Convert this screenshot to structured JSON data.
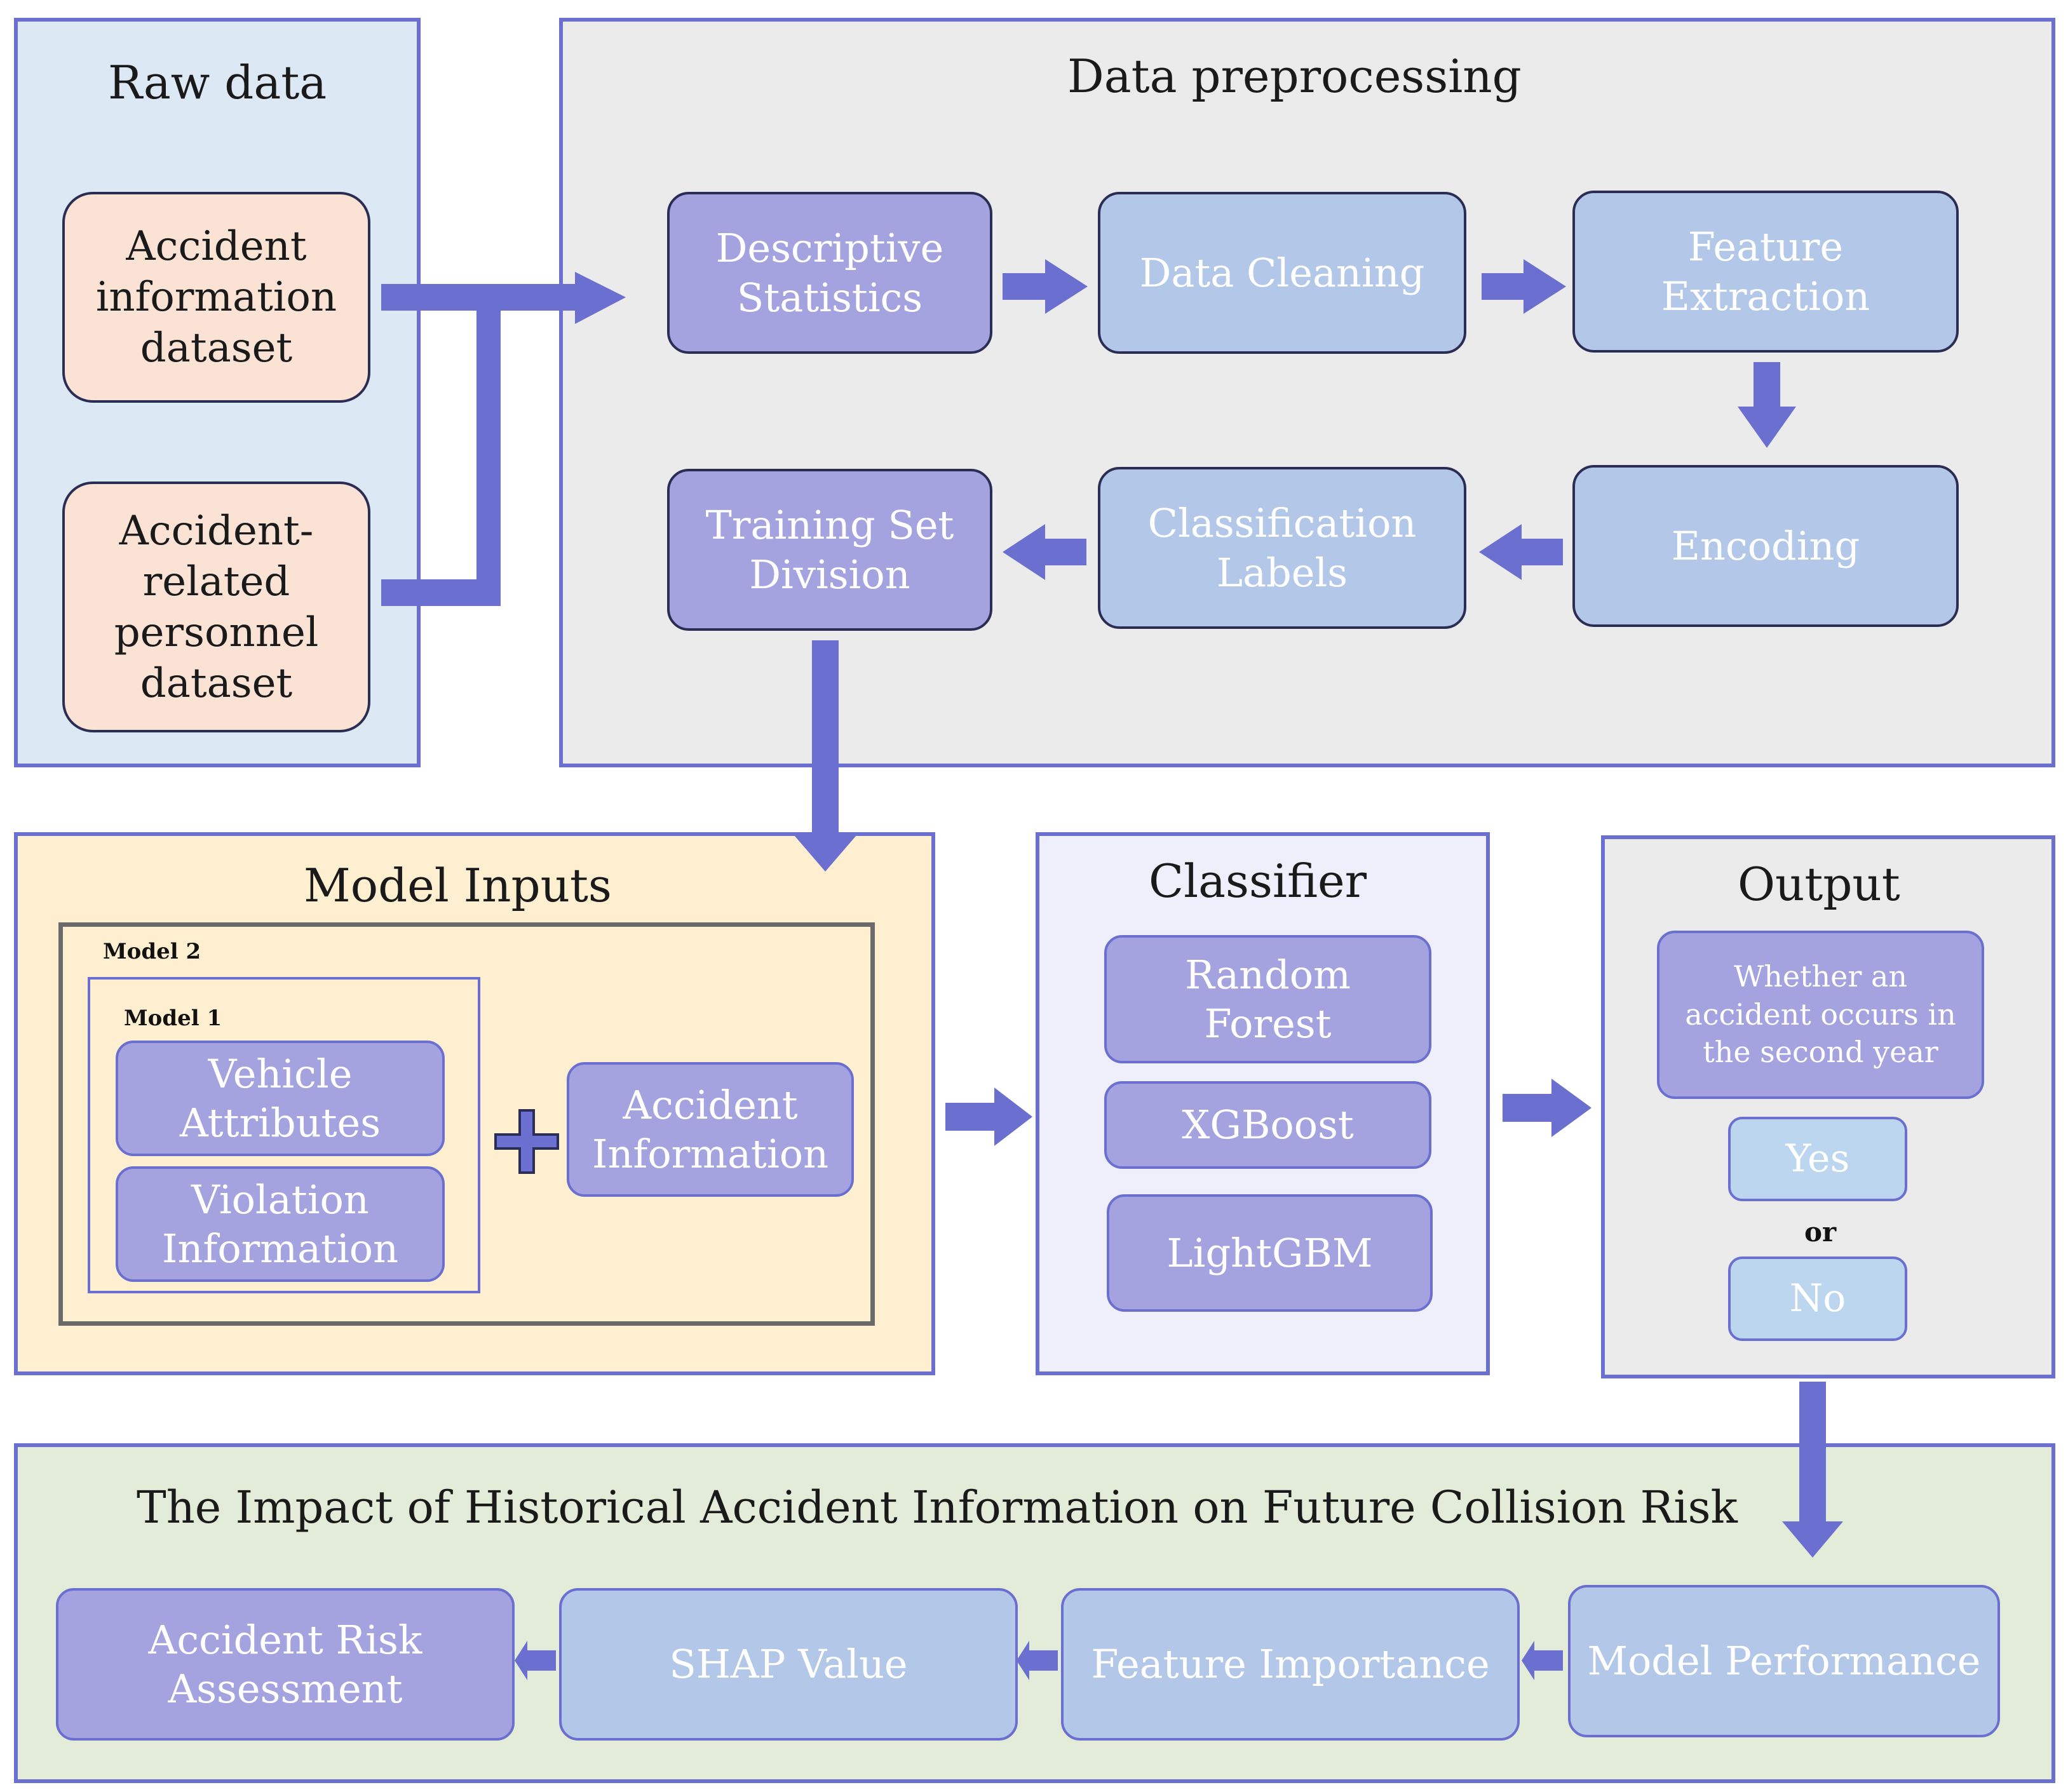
{
  "raw_data": {
    "title": "Raw data",
    "accident_information_dataset": "Accident\ninformation\ndataset",
    "personnel_dataset": "Accident-\nrelated\npersonnel\ndataset"
  },
  "preprocessing": {
    "title": "Data preprocessing",
    "descriptive_statistics": "Descriptive\nStatistics",
    "data_cleaning": "Data Cleaning",
    "feature_extraction": "Feature\nExtraction",
    "encoding": "Encoding",
    "classification_labels": "Classification\nLabels",
    "training_set_division": "Training Set\nDivision"
  },
  "model_inputs": {
    "title": "Model Inputs",
    "model2_label": "Model 2",
    "model1_label": "Model 1",
    "vehicle_attributes": "Vehicle\nAttributes",
    "violation_information": "Violation\nInformation",
    "accident_information": "Accident\nInformation"
  },
  "classifier": {
    "title": "Classifier",
    "random_forest": "Random\nForest",
    "xgboost": "XGBoost",
    "lightgbm": "LightGBM"
  },
  "output": {
    "title": "Output",
    "question": "Whether an\naccident occurs in\nthe second year",
    "yes": "Yes",
    "or": "or",
    "no": "No"
  },
  "impact": {
    "title": "The Impact of Historical Accident Information on Future Collision Risk",
    "accident_risk_assessment": "Accident Risk\nAssessment",
    "shap_value": "SHAP Value",
    "feature_importance": "Feature Importance",
    "model_performance": "Model Performance"
  },
  "colors": {
    "border_purple": "#6b6fcf",
    "raw_panel_bg": "#dde8f5",
    "preprocess_panel_bg": "#ebebeb",
    "model_inputs_bg": "#fdefcf",
    "classifier_bg": "#efeefb",
    "output_bg": "#ebebeb",
    "impact_bg": "#e3ecd8",
    "box_dark": "#a4a3e0",
    "box_light": "#b3c7e9",
    "raw_box": "#fae3d5"
  }
}
